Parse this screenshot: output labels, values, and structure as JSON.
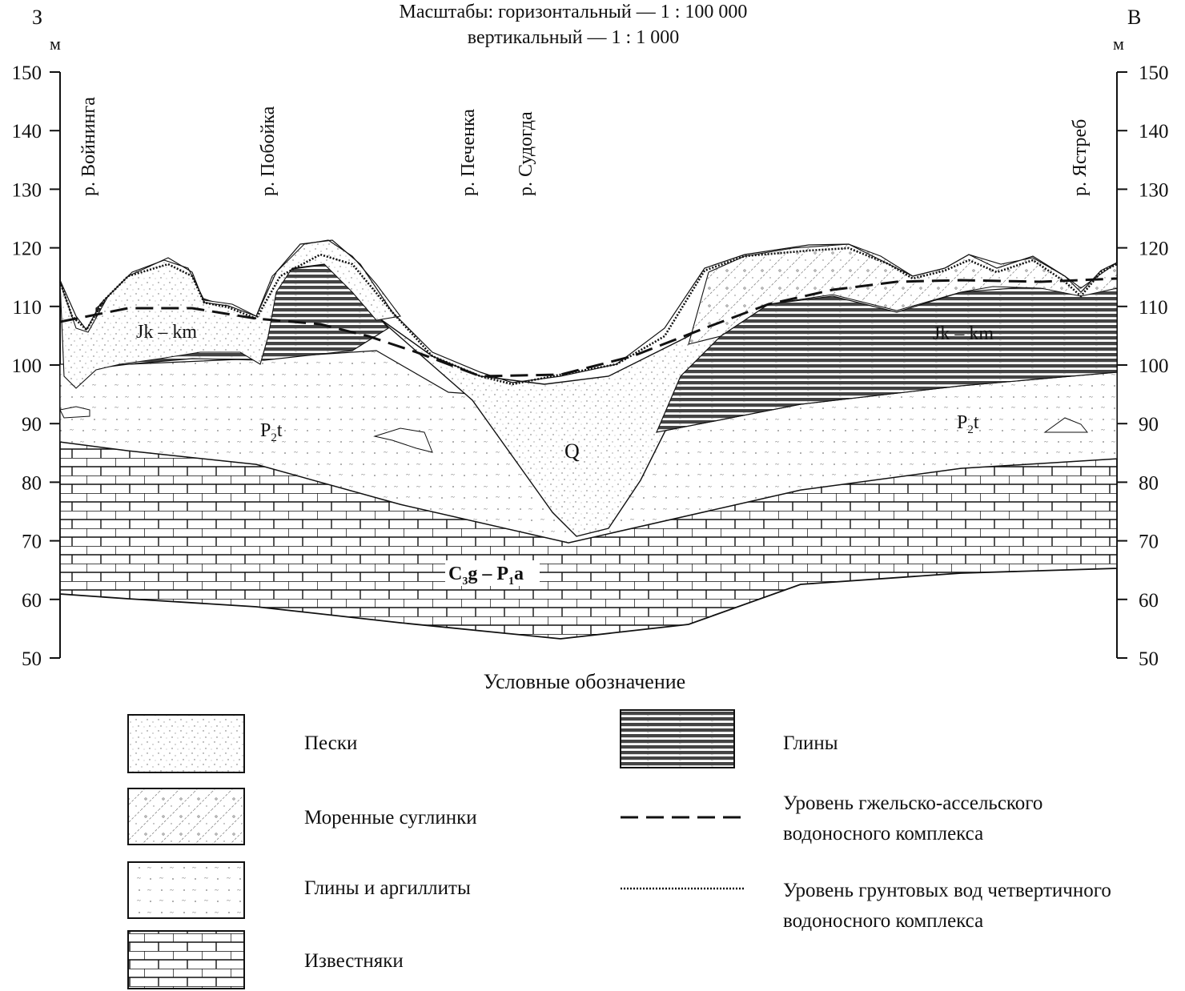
{
  "header": {
    "west": "З",
    "east": "В",
    "unit_left": "м",
    "unit_right": "м",
    "scale_line1": "Масштабы: горизонтальный — 1 : 100 000",
    "scale_line2": "вертикальный — 1 : 1 000"
  },
  "axis": {
    "ticks": [
      "150",
      "140",
      "130",
      "120",
      "110",
      "100",
      "90",
      "80",
      "70",
      "60",
      "50"
    ]
  },
  "rivers": [
    "р. Войнинга",
    "р. Побойка",
    "р. Печенка",
    "р. Судогда",
    "р. Ястреб"
  ],
  "units": {
    "jk_left": "Jk – km",
    "jk_right": "Jk – km",
    "p2t_left": "P",
    "p2t_left_sub": "2",
    "p2t_left_t": "t",
    "p2t_right": "P",
    "p2t_right_sub": "2",
    "p2t_right_t": "t",
    "q": "Q",
    "c3g_a": "C",
    "c3g_sub": "3",
    "c3g_b": "g – P",
    "c3g_sub2": "1",
    "c3g_c": "a"
  },
  "legend": {
    "title": "Условные обозначение",
    "sands": "Пески",
    "moraine": "Моренные суглинки",
    "clays_argillites": "Глины и аргиллиты",
    "limestones": "Известняки",
    "clays": "Глины",
    "dashed_line1": "Уровень гжельско-ассельского",
    "dashed_line2": "водоносного комплекса",
    "dotted_line1": "Уровень грунтовых вод четвертичного",
    "dotted_line2": "водоносного комплекса"
  }
}
